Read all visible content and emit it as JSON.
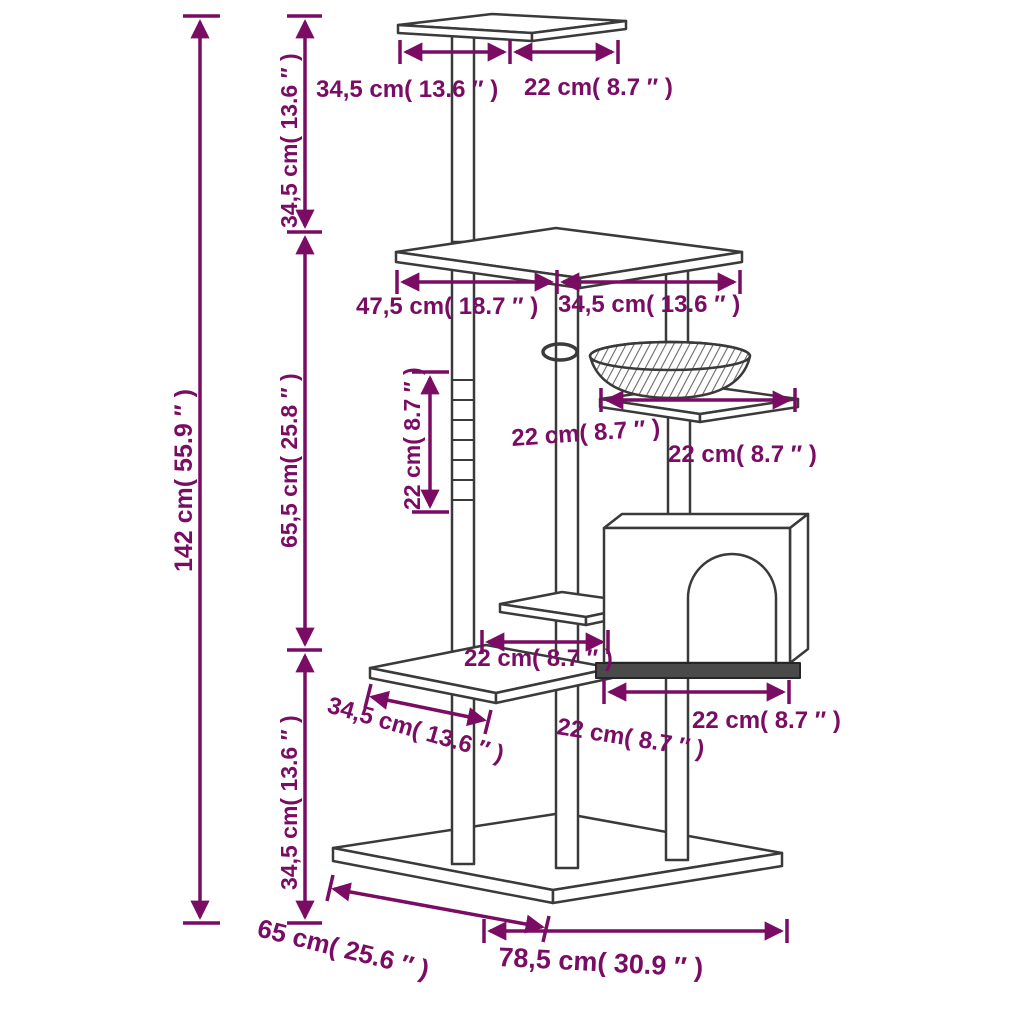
{
  "figure": {
    "type": "product-dimension-diagram",
    "subject": "cat tree with scratching posts, condo and basket",
    "background": "#ffffff",
    "dimension_color": "#7a0c64",
    "outline_color": "#3a3a3a",
    "units": {
      "primary": "cm",
      "secondary": "inch"
    },
    "labels": {
      "overall_height": "142 cm( 55.9 ″  )",
      "upper_section_height": "34,5 cm( 13.6 ″  )",
      "middle_section_height": "65,5 cm( 25.8 ″  )",
      "lower_section_height": "34,5 cm( 13.6 ″  )",
      "post_segment_height": "22 cm( 8.7 ″  )",
      "top_board_width": "34,5 cm( 13.6 ″  )",
      "top_board_depth": "22 cm( 8.7 ″  )",
      "second_board_width": "47,5 cm( 18.7 ″  )",
      "second_board_depth": "34,5 cm( 13.6 ″  )",
      "basket_width": "22 cm( 8.7 ″  )",
      "perch_width": "22 cm( 8.7 ″  )",
      "mid_platform_width": "22 cm( 8.7 ″  )",
      "lower_platform_width": "34,5 cm( 13.6 ″  )",
      "condo_depth": "22 cm( 8.7 ″  )",
      "condo_width": "22 cm( 8.7 ″  )",
      "base_depth": "65 cm( 25.6 ″  )",
      "base_width": "78,5 cm( 30.9 ″  )"
    },
    "measurements_cm": {
      "overall_height": 142,
      "upper_section": 34.5,
      "middle_section": 65.5,
      "lower_section": 34.5,
      "post_segment": 22,
      "top_board": [
        34.5,
        22
      ],
      "second_board": [
        47.5,
        34.5
      ],
      "basket": 22,
      "perch": 22,
      "mid_platform": 22,
      "lower_platform": 34.5,
      "condo": [
        22,
        22
      ],
      "base": [
        78.5,
        65
      ]
    }
  }
}
